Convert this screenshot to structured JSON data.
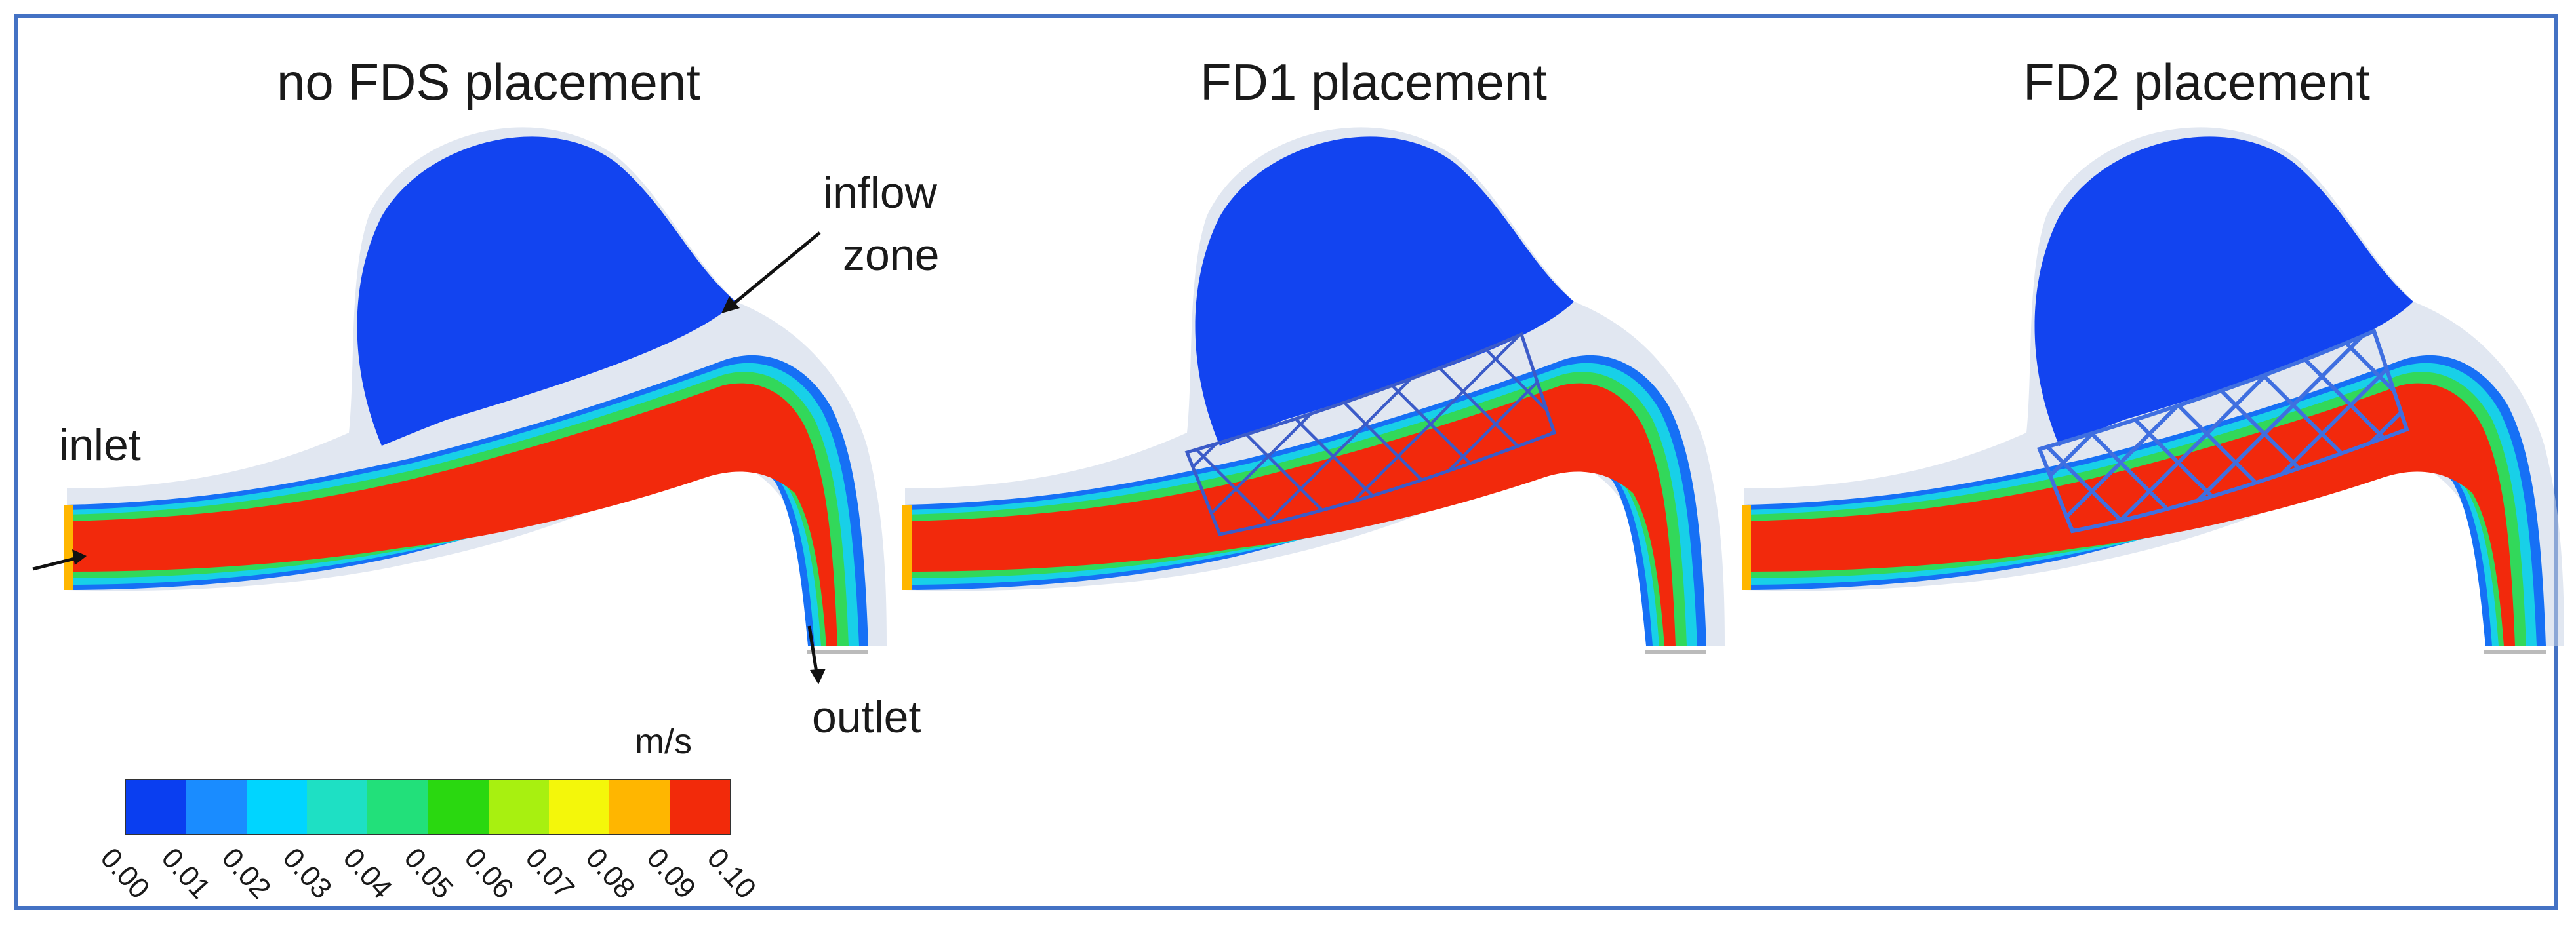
{
  "panels": [
    {
      "title": "no FDS placement"
    },
    {
      "title": "FD1 placement"
    },
    {
      "title": "FD2 placement"
    }
  ],
  "annotations": {
    "inflow_zone_1": "inflow",
    "inflow_zone_2": "zone",
    "inlet": "inlet",
    "outlet": "outlet"
  },
  "colorbar": {
    "unit": "m/s",
    "ticks": [
      "0.00",
      "0.01",
      "0.02",
      "0.03",
      "0.04",
      "0.05",
      "0.06",
      "0.07",
      "0.08",
      "0.09",
      "0.10"
    ],
    "colors": [
      "#0a3ef0",
      "#1a8cff",
      "#00d5ff",
      "#1ee0c4",
      "#22e07a",
      "#2ad810",
      "#a8f010",
      "#f4f70a",
      "#ffb600",
      "#f22a0a"
    ]
  }
}
